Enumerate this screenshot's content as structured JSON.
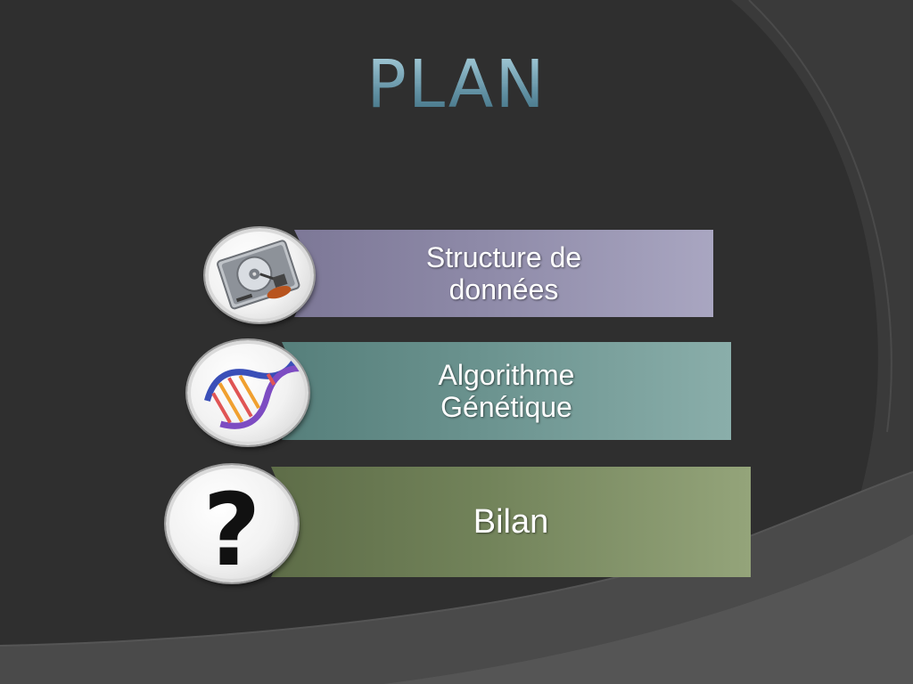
{
  "slide": {
    "title": "PLAN",
    "items": [
      {
        "label_line1": "Structure de",
        "label_line2": "données",
        "icon": "hard-drive-icon",
        "color": "#8e8aa8"
      },
      {
        "label_line1": "Algorithme",
        "label_line2": "Génétique",
        "icon": "dna-icon",
        "color": "#6b938f"
      },
      {
        "label_line1": "Bilan",
        "label_line2": "",
        "icon": "question-mark-icon",
        "color": "#72835a"
      }
    ]
  },
  "theme": {
    "background": "#2e2e2e",
    "title_color": "#6fa3b5"
  }
}
